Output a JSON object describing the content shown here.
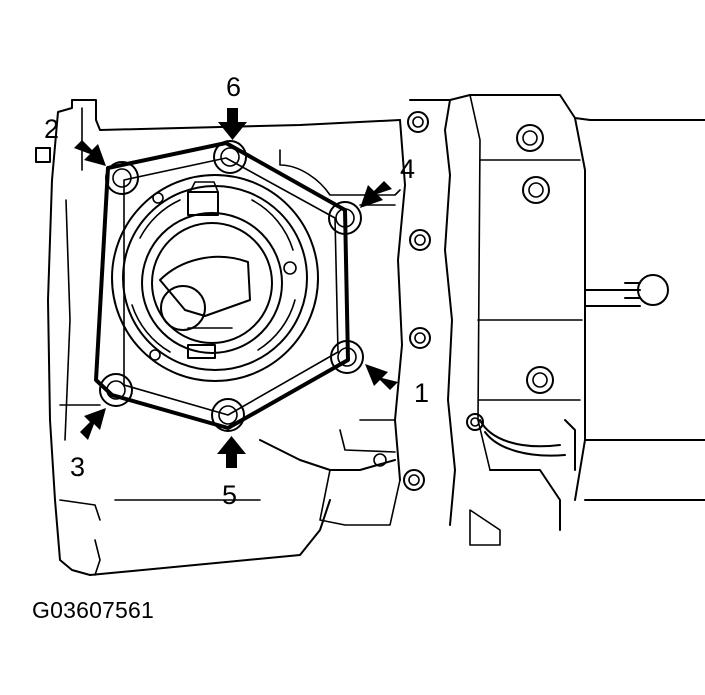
{
  "callouts": [
    {
      "id": "1",
      "label": "1"
    },
    {
      "id": "2",
      "label": "2"
    },
    {
      "id": "3",
      "label": "3"
    },
    {
      "id": "4",
      "label": "4"
    },
    {
      "id": "5",
      "label": "5"
    },
    {
      "id": "6",
      "label": "6"
    }
  ],
  "figure_code": "G03607561",
  "colors": {
    "line": "#000000",
    "background": "#ffffff"
  }
}
